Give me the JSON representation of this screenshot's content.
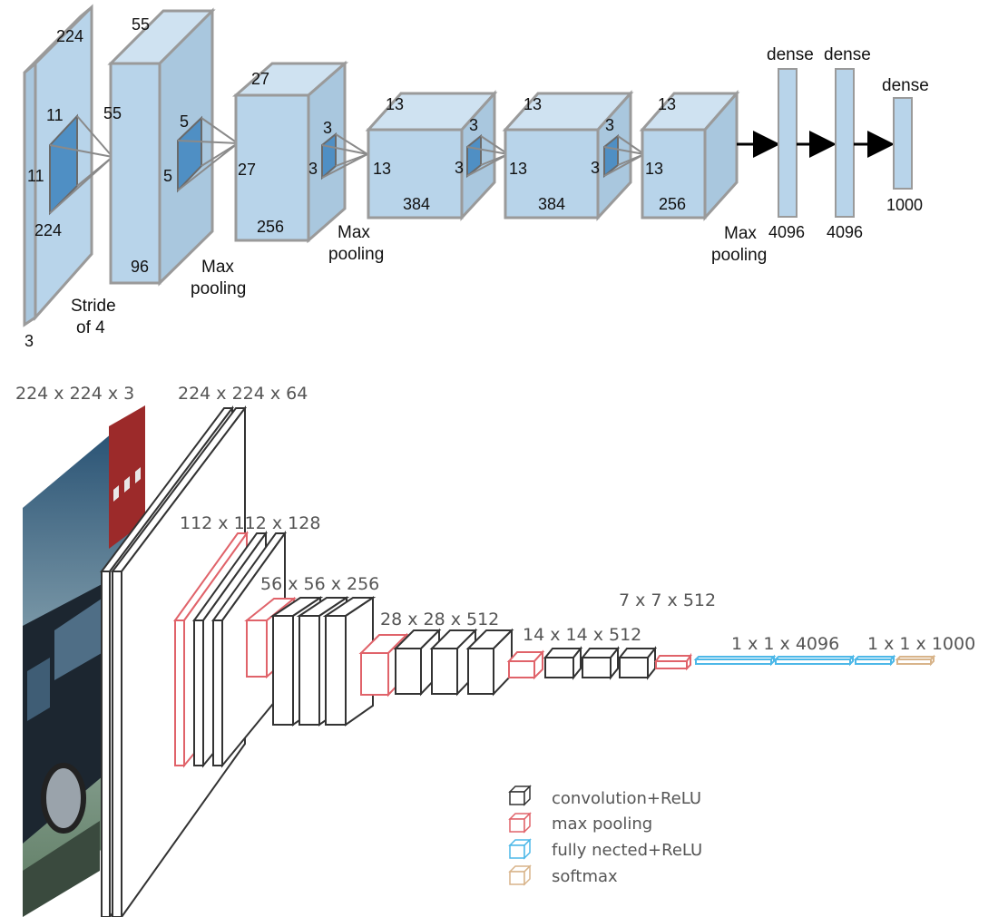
{
  "alexnet": {
    "input": {
      "height": "224",
      "width": "224",
      "depth": "3",
      "kernel_h": "11",
      "kernel_w": "11",
      "stride": "Stride\nof 4"
    },
    "conv1": {
      "height": "55",
      "width": "55",
      "depth": "96",
      "kernel_h": "5",
      "kernel_w": "5",
      "pool": "Max\npooling"
    },
    "conv2": {
      "height": "27",
      "width": "27",
      "depth": "256",
      "kernel_h": "3",
      "kernel_w": "3",
      "pool": "Max\npooling"
    },
    "conv3": {
      "height": "13",
      "width": "13",
      "depth": "384",
      "kernel_h": "3",
      "kernel_w": "3"
    },
    "conv4": {
      "height": "13",
      "width": "13",
      "depth": "384",
      "kernel_h": "3",
      "kernel_w": "3"
    },
    "conv5": {
      "height": "13",
      "width": "13",
      "depth": "256",
      "pool": "Max\npooling"
    },
    "dense": [
      {
        "title": "dense",
        "units": "4096"
      },
      {
        "title": "dense",
        "units": "4096"
      },
      {
        "title": "dense",
        "units": "1000"
      }
    ]
  },
  "vgg": {
    "labels": {
      "input": "224 x 224 x 3",
      "block1": "224 x 224 x 64",
      "block2": "112 x 112 x 128",
      "block3": "56 x 56 x 256",
      "block4": "28 x 28 x 512",
      "block5": "14 x 14 x 512",
      "pool5": "7 x 7 x 512",
      "fc": "1 x 1 x 4096",
      "softmax": "1 x 1 x 1000"
    },
    "legend": [
      {
        "label": "convolution+ReLU",
        "color": "#333333"
      },
      {
        "label": "max pooling",
        "color": "#e0636a"
      },
      {
        "label": "fully nected+ReLU",
        "color": "#4db8e8"
      },
      {
        "label": "softmax",
        "color": "#d8b48a"
      }
    ]
  },
  "colors": {
    "layer_fill": "#b8d4ea",
    "layer_stroke": "#9a9a9a",
    "kernel_fill": "#4f8fc4",
    "conv": "#333333",
    "pool": "#e0636a",
    "fc": "#4db8e8",
    "softmax": "#d8b48a"
  }
}
